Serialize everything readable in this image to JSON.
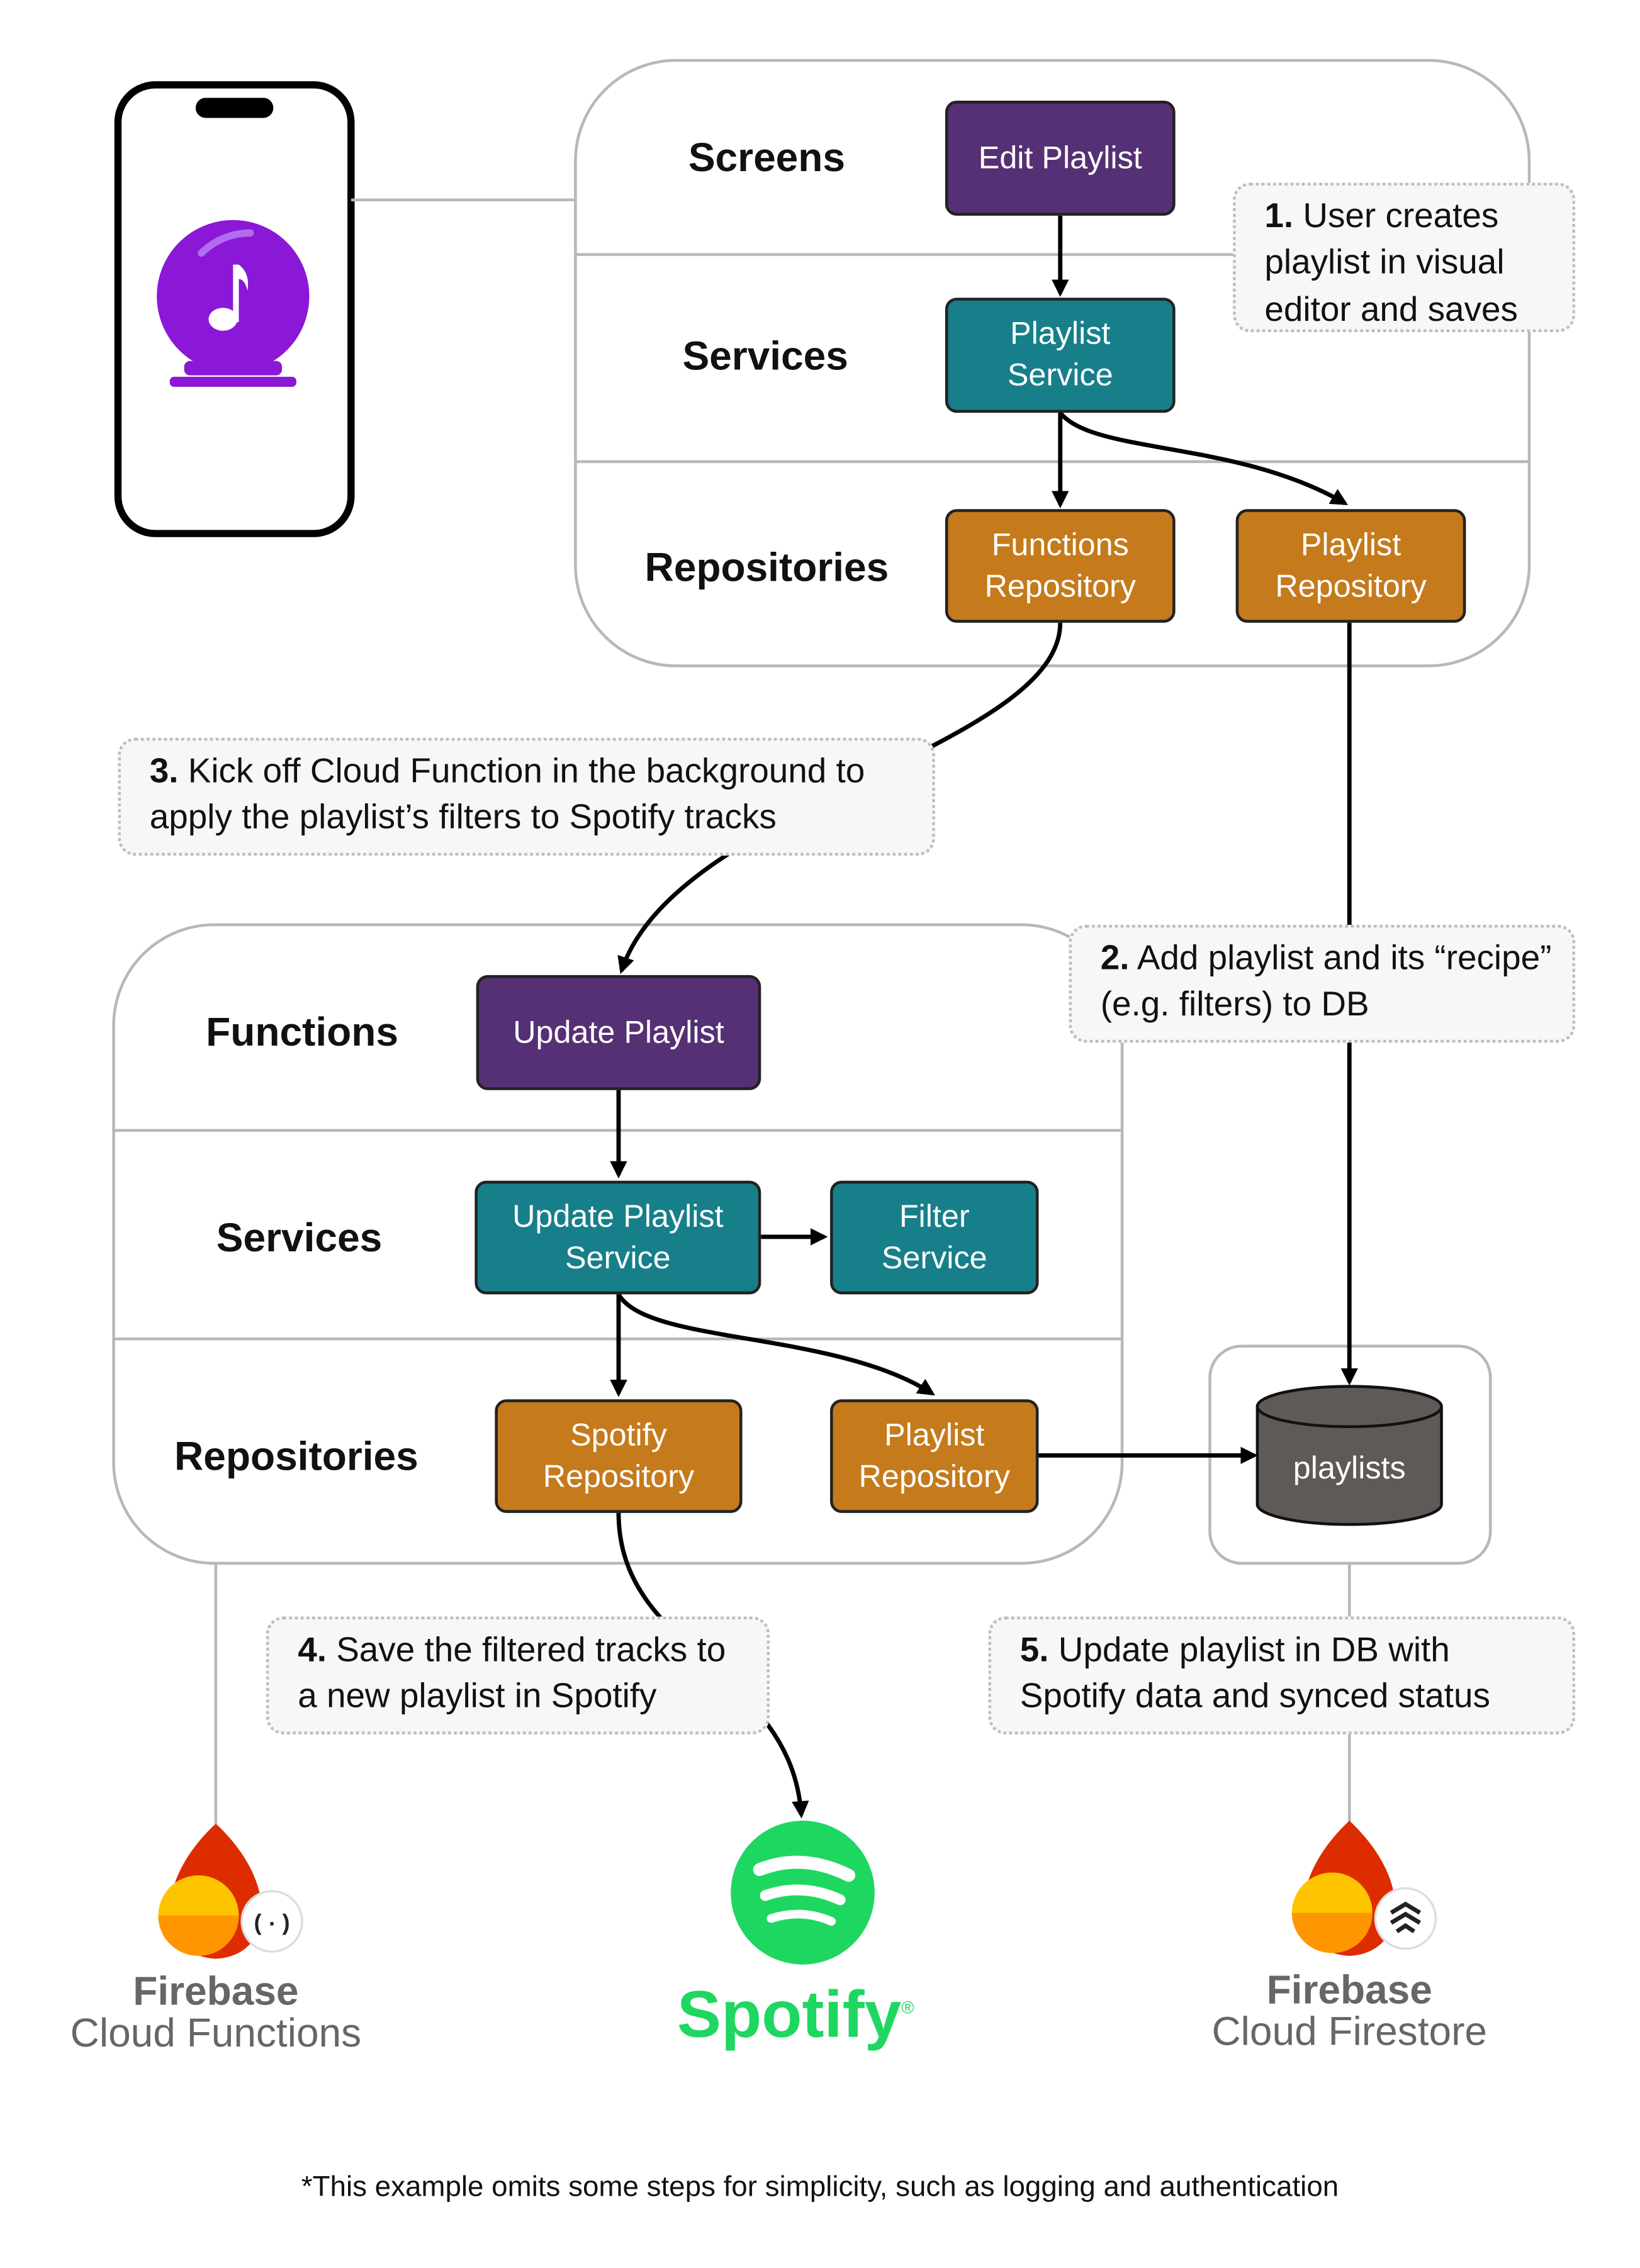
{
  "client_layers": [
    "Screens",
    "Services",
    "Repositories"
  ],
  "function_layers": [
    "Functions",
    "Services",
    "Repositories"
  ],
  "boxes": {
    "edit_playlist": "Edit Playlist",
    "playlist_service": "Playlist\nService",
    "functions_repository": "Functions\nRepository",
    "playlist_repository_client": "Playlist\nRepository",
    "update_playlist": "Update Playlist",
    "update_playlist_service": "Update Playlist\nService",
    "filter_service": "Filter\nService",
    "spotify_repository": "Spotify\nRepository",
    "playlist_repository_fn": "Playlist\nRepository",
    "db_playlists": "playlists"
  },
  "notes": [
    {
      "num": "1.",
      "text": "User creates playlist in visual editor and saves"
    },
    {
      "num": "2.",
      "text": "Add playlist and its “recipe” (e.g. filters) to DB"
    },
    {
      "num": "3.",
      "text": "Kick off Cloud Function in the background to apply the playlist’s filters to Spotify tracks"
    },
    {
      "num": "4.",
      "text": "Save the filtered tracks to a new playlist in Spotify"
    },
    {
      "num": "5.",
      "text": "Update playlist in DB with Spotify data and synced status"
    }
  ],
  "logos": {
    "functions": {
      "line1": "Firebase",
      "line2": "Cloud Functions"
    },
    "spotify": {
      "text": "Spotify",
      "mark": "®"
    },
    "firestore": {
      "line1": "Firebase",
      "line2": "Cloud Firestore"
    }
  },
  "footnote": "*This example omits some steps for simplicity, such as logging and authentication",
  "colors": {
    "screen_function_box": "#553074",
    "service_box": "#177f8a",
    "repository_box": "#c57a1b",
    "database": "#5f5a58",
    "spotify_green": "#1ed760",
    "app_icon": "#8a18d6"
  }
}
